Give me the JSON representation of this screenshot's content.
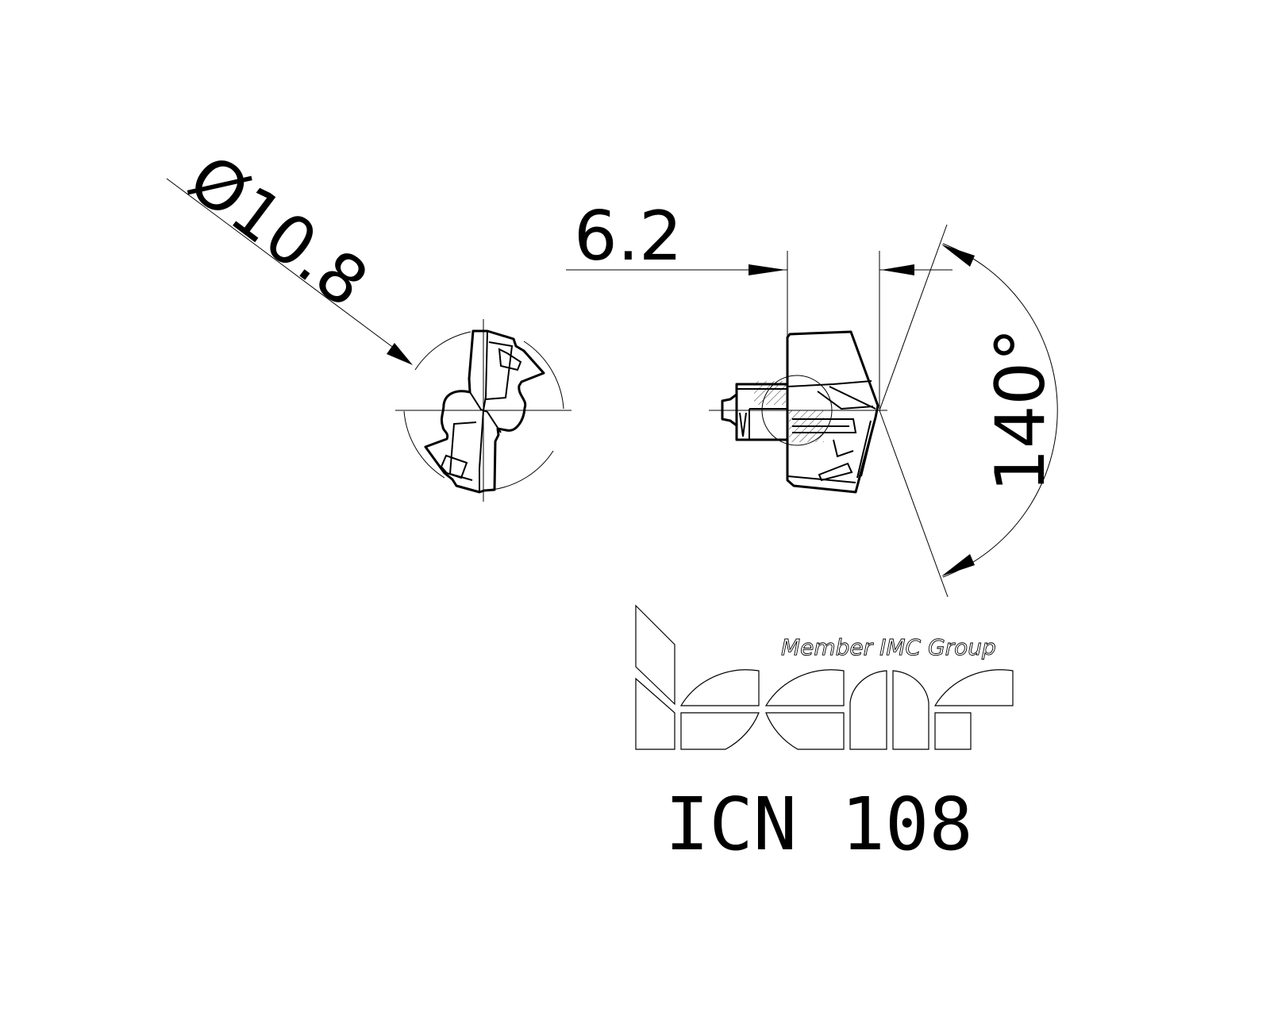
{
  "drawing": {
    "type": "technical-drawing",
    "subject": "drill head insert",
    "views": [
      "end-view",
      "side-view"
    ]
  },
  "dimensions": {
    "diameter": {
      "label": "Ø10.8",
      "value": 10.8,
      "unit": "mm",
      "kind": "diameter"
    },
    "length": {
      "label": "6.2",
      "value": 6.2,
      "unit": "mm",
      "kind": "linear"
    },
    "point_angle": {
      "label": "140°",
      "value": 140,
      "unit": "deg",
      "kind": "angular"
    }
  },
  "logo": {
    "brand": "iscar",
    "tagline": "Member IMC Group"
  },
  "part": {
    "designation": "ICN 108"
  },
  "colors": {
    "ink": "#000000",
    "paper": "#ffffff"
  }
}
